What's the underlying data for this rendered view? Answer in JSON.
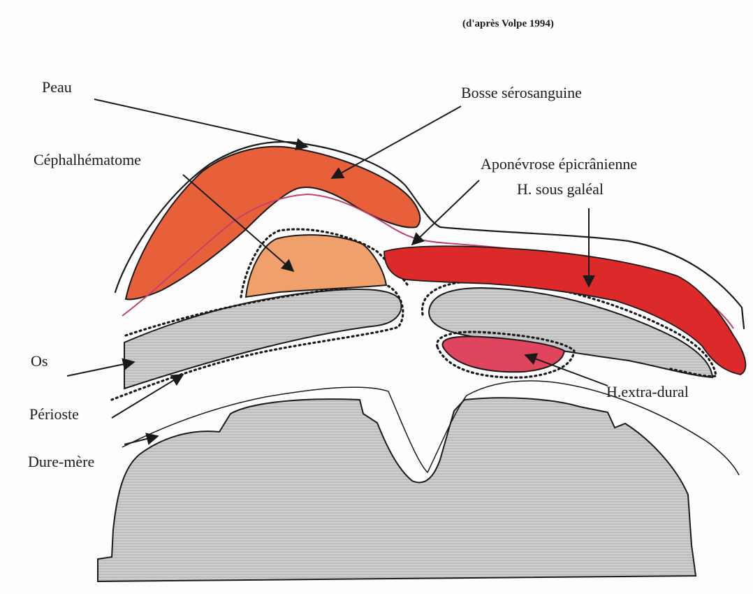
{
  "source_note": "(d'après Volpe 1994)",
  "labels": {
    "peau": "Peau",
    "bosse": "Bosse sérosanguine",
    "cephalhematome": "Céphalhématome",
    "aponevrose": "Aponévrose épicrânienne",
    "sous_galeal": "H. sous galéal",
    "os": "Os",
    "perioste": "Périoste",
    "dure_mere": "Dure-mère",
    "extra_dural": "H.extra-dural"
  },
  "colors": {
    "skin_orange": "#e8603a",
    "cephal_orange": "#f0a06a",
    "subgaleal_red": "#dc2a2a",
    "extradural_pink": "#e0455e",
    "aponeurosis_line": "#c2406a",
    "bone_gray": "#c4c4c4",
    "brain_gray": "#cbcbcb"
  }
}
